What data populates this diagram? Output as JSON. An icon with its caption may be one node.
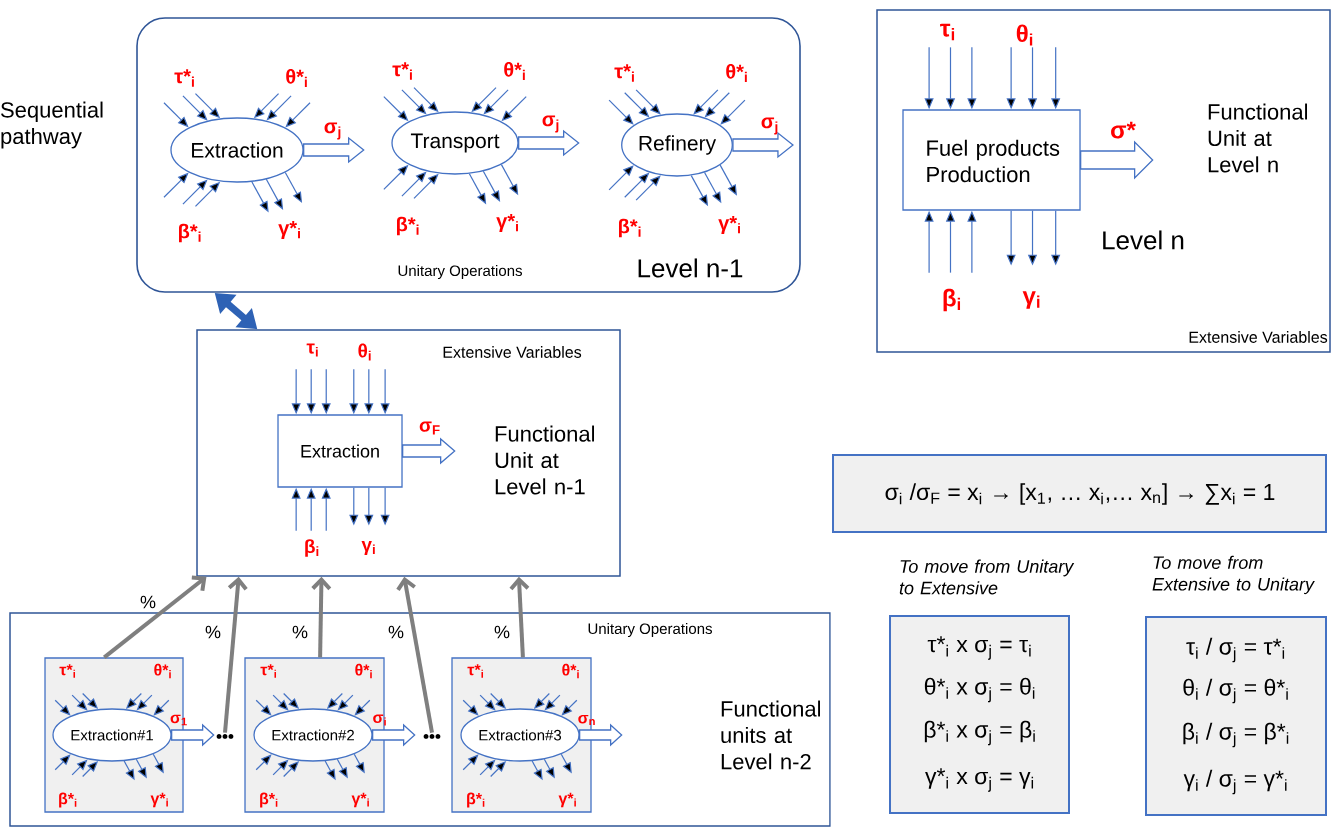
{
  "diagram": {
    "nodes": [
      {
        "text": [
          "Unitary Operations",
          "Level n-1"
        ],
        "beside": [
          "Sequential pathway"
        ]
      },
      {
        "text": [
          "Extraction"
        ],
        "in": 0
      },
      {
        "text": [
          "Transport"
        ],
        "in": 0
      },
      {
        "text": [
          "Refinery"
        ],
        "in": 0
      },
      {
        "text": [
          "Functional Unit at Level n",
          "Level n",
          "Extensive Variables"
        ]
      },
      {
        "text": [
          "Fuel products Production"
        ],
        "in": 4
      },
      {
        "text": [
          "Extensive Variables",
          "Functional Unit at Level n-1"
        ]
      },
      {
        "text": [
          "Extraction"
        ],
        "in": 6
      },
      {
        "text": [
          "Unitary Operations",
          "Functional units at Level n-2"
        ]
      },
      {
        "text": [],
        "shape": "box",
        "in": 8
      },
      {
        "text": [
          "Extraction#1"
        ],
        "in": 9
      },
      {
        "text": [],
        "shape": "box",
        "in": 8
      },
      {
        "text": [
          "Extraction#2"
        ],
        "in": 11
      },
      {
        "text": [],
        "shape": "box",
        "in": 8
      },
      {
        "text": [
          "Extraction#3"
        ],
        "in": 13
      },
      {
        "text": [
          "•••"
        ],
        "in": 8
      },
      {
        "text": [
          "•••"
        ],
        "in": 8
      },
      {
        "text": [
          "σ$_{i}$ /σ$_{F}$ = x$_{i}$ → [x$_{1}$, … x$_{i}$,… x$_{n}$] → ∑x$_{i}$ = 1"
        ]
      },
      {
        "text": [
          "τ*$_{i}$ x σ$_{j}$ = τ$_{i}$",
          "θ*$_{i}$ x σ$_{j}$ = θ$_{i}$",
          "β*$_{i}$ x σ$_{j}$ = β$_{i}$",
          "γ*$_{i}$ x σ$_{j}$ = γ$_{i}$"
        ],
        "beside": [
          "To move from Unitary to Extensive"
        ]
      },
      {
        "text": [
          "τ$_{i}$ / σ$_{j}$ = τ*$_{i}$",
          "θ$_{i}$ / σ$_{j}$ = θ*$_{i}$",
          "β$_{i}$ / σ$_{j}$ = β*$_{i}$",
          "γ$_{i}$ / σ$_{j}$ = γ*$_{i}$"
        ],
        "beside": [
          "To move from Extensive to Unitary"
        ]
      }
    ],
    "edges": [
      {
        "from": 0,
        "to": 6,
        "arrow": "both",
        "style": "thick",
        "color": "#2e62b5"
      },
      {
        "from": 9,
        "to": 6,
        "arrow": "to",
        "label": "%",
        "style": "thick",
        "color": "#7f7f7f"
      },
      {
        "from": 15,
        "to": 6,
        "arrow": "to",
        "label": "%",
        "style": "thick",
        "color": "#7f7f7f"
      },
      {
        "from": 11,
        "to": 6,
        "arrow": "to",
        "label": "%",
        "style": "thick",
        "color": "#7f7f7f"
      },
      {
        "from": 16,
        "to": 6,
        "arrow": "to",
        "label": "%",
        "style": "thick",
        "color": "#7f7f7f"
      },
      {
        "from": 13,
        "to": 6,
        "arrow": "to",
        "label": "%",
        "style": "thick",
        "color": "#7f7f7f"
      },
      {
        "from": null,
        "to": 1,
        "arrow": "to",
        "label": "τ*$_{i}$"
      },
      {
        "from": null,
        "to": 1,
        "arrow": "to",
        "label": "θ*$_{i}$"
      },
      {
        "from": null,
        "to": 1,
        "arrow": "to",
        "label": "β*$_{i}$"
      },
      {
        "from": 1,
        "to": null,
        "arrow": "to",
        "label": "γ*$_{i}$"
      },
      {
        "from": 1,
        "to": null,
        "arrow": "to",
        "label": "σ$_{j}$"
      },
      {
        "from": null,
        "to": 2,
        "arrow": "to",
        "label": "τ*$_{i}$"
      },
      {
        "from": null,
        "to": 2,
        "arrow": "to",
        "label": "θ*$_{i}$"
      },
      {
        "from": null,
        "to": 2,
        "arrow": "to",
        "label": "β*$_{i}$"
      },
      {
        "from": 2,
        "to": null,
        "arrow": "to",
        "label": "γ*$_{i}$"
      },
      {
        "from": 2,
        "to": null,
        "arrow": "to",
        "label": "σ$_{j}$"
      },
      {
        "from": null,
        "to": 3,
        "arrow": "to",
        "label": "τ*$_{i}$"
      },
      {
        "from": null,
        "to": 3,
        "arrow": "to",
        "label": "θ*$_{i}$"
      },
      {
        "from": null,
        "to": 3,
        "arrow": "to",
        "label": "β*$_{i}$"
      },
      {
        "from": 3,
        "to": null,
        "arrow": "to",
        "label": "γ*$_{i}$"
      },
      {
        "from": 3,
        "to": null,
        "arrow": "to",
        "label": "σ$_{j}$"
      },
      {
        "from": null,
        "to": 5,
        "arrow": "to",
        "label": "τ$_{i}$"
      },
      {
        "from": null,
        "to": 5,
        "arrow": "to",
        "label": "θ$_{i}$"
      },
      {
        "from": null,
        "to": 5,
        "arrow": "to",
        "label": "β$_{i}$"
      },
      {
        "from": 5,
        "to": null,
        "arrow": "to",
        "label": "γ$_{i}$"
      },
      {
        "from": 5,
        "to": null,
        "arrow": "to",
        "label": "σ*"
      },
      {
        "from": null,
        "to": 7,
        "arrow": "to",
        "label": "τ$_{i}$"
      },
      {
        "from": null,
        "to": 7,
        "arrow": "to",
        "label": "θ$_{i}$"
      },
      {
        "from": null,
        "to": 7,
        "arrow": "to",
        "label": "β$_{i}$"
      },
      {
        "from": 7,
        "to": null,
        "arrow": "to",
        "label": "γ$_{i}$"
      },
      {
        "from": 7,
        "to": null,
        "arrow": "to",
        "label": "σ$_{F}$"
      },
      {
        "from": null,
        "to": 10,
        "arrow": "to",
        "label": "τ*$_{i}$"
      },
      {
        "from": null,
        "to": 10,
        "arrow": "to",
        "label": "θ*$_{i}$"
      },
      {
        "from": null,
        "to": 10,
        "arrow": "to",
        "label": "β*$_{i}$"
      },
      {
        "from": 10,
        "to": null,
        "arrow": "to",
        "label": "γ*$_{i}$"
      },
      {
        "from": 10,
        "to": null,
        "arrow": "to",
        "label": "σ$_{1}$"
      },
      {
        "from": null,
        "to": 12,
        "arrow": "to",
        "label": "τ*$_{i}$"
      },
      {
        "from": null,
        "to": 12,
        "arrow": "to",
        "label": "θ*$_{i}$"
      },
      {
        "from": null,
        "to": 12,
        "arrow": "to",
        "label": "β*$_{i}$"
      },
      {
        "from": 12,
        "to": null,
        "arrow": "to",
        "label": "γ*$_{i}$"
      },
      {
        "from": 12,
        "to": null,
        "arrow": "to",
        "label": "σ$_{i}$"
      },
      {
        "from": null,
        "to": 14,
        "arrow": "to",
        "label": "τ*$_{i}$"
      },
      {
        "from": null,
        "to": 14,
        "arrow": "to",
        "label": "θ*$_{i}$"
      },
      {
        "from": null,
        "to": 14,
        "arrow": "to",
        "label": "β*$_{i}$"
      },
      {
        "from": 14,
        "to": null,
        "arrow": "to",
        "label": "γ*$_{i}$"
      },
      {
        "from": 14,
        "to": null,
        "arrow": "to",
        "label": "σ$_{n}$"
      }
    ]
  }
}
